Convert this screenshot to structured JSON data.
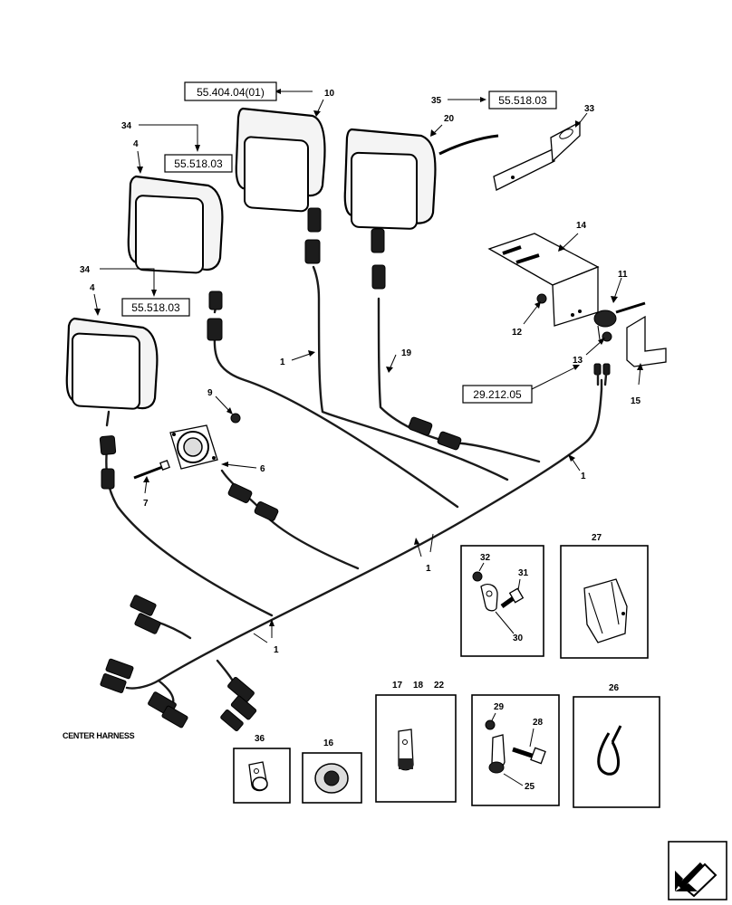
{
  "diagram": {
    "refs": {
      "r_10": "55.404.04(01)",
      "r_34a": "55.518.03",
      "r_35": "55.518.03",
      "r_34b": "55.518.03",
      "r_13": "29.212.05"
    },
    "callouts": {
      "c10": "10",
      "c34a": "34",
      "c4a": "4",
      "c35": "35",
      "c20": "20",
      "c33": "33",
      "c34b": "34",
      "c4b": "4",
      "c14": "14",
      "c11": "11",
      "c12": "12",
      "c13": "13",
      "c15": "15",
      "c1a": "1",
      "c19": "19",
      "c9": "9",
      "c6": "6",
      "c7": "7",
      "c1b": "1",
      "c1c": "1",
      "c1d": "1",
      "c32": "32",
      "c31": "31",
      "c30": "30",
      "c27": "27",
      "c17": "17",
      "c18": "18",
      "c22": "22",
      "c29": "29",
      "c28": "28",
      "c25": "25",
      "c26": "26",
      "c36": "36",
      "c16": "16"
    },
    "harness_label": "CENTER HARNESS"
  }
}
